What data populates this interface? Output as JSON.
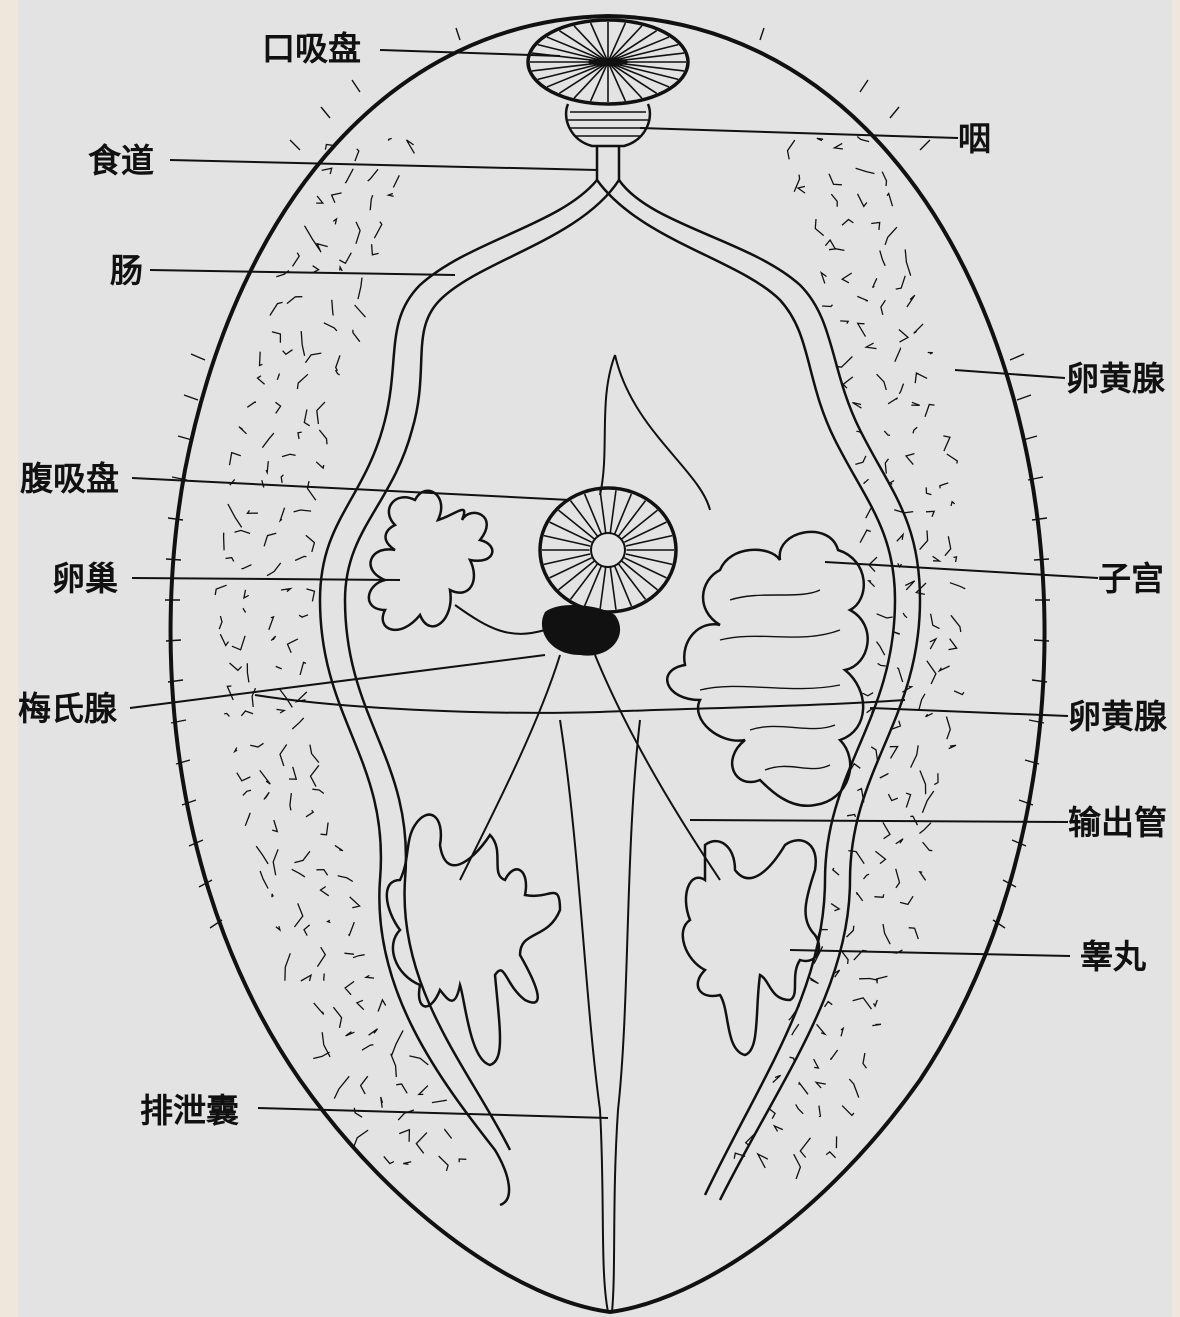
{
  "labels": {
    "oral_sucker": "口吸盘",
    "pharynx": "咽",
    "esophagus": "食道",
    "intestine": "肠",
    "vitellaria_right": "卵黄腺",
    "ventral_sucker": "腹吸盘",
    "ovary": "卵巢",
    "uterus": "子宫",
    "mehlis_gland": "梅氏腺",
    "vitelline_duct": "卵黄腺",
    "vas_efferens": "输出管",
    "testis": "睾丸",
    "excretory_bladder": "排泄囊"
  }
}
